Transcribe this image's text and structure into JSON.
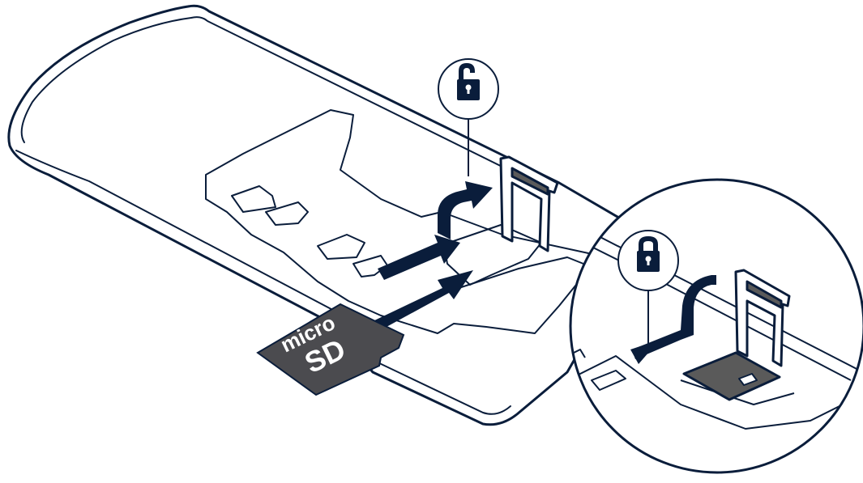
{
  "colors": {
    "line": "#0a1d3b",
    "background": "#ffffff",
    "card_fill": "#4b4b4f",
    "card_text": "#ffffff",
    "slot_fill": "#5a5a5a"
  },
  "card": {
    "line1": "micro",
    "line2": "SD"
  },
  "icons": {
    "unlock": "unlock-icon",
    "lock": "lock-icon"
  },
  "steps": [
    {
      "name": "slide-holder-to-unlock",
      "icon": "unlock-icon"
    },
    {
      "name": "lift-holder",
      "icon": "curved-arrow-up"
    },
    {
      "name": "insert-microsd-card",
      "icon": "straight-arrow"
    },
    {
      "name": "close-holder",
      "icon": "curved-arrow-down"
    },
    {
      "name": "slide-holder-to-lock",
      "icon": "lock-icon"
    }
  ]
}
